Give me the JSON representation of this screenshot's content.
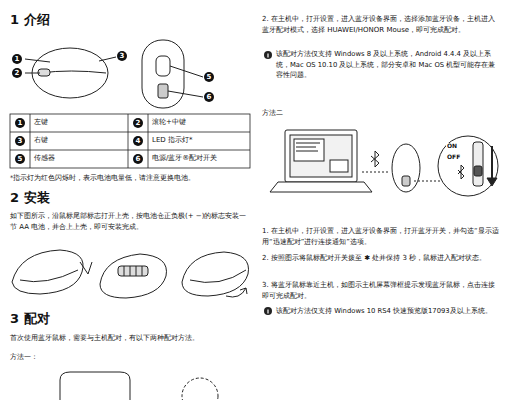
{
  "diagram": {
    "labels": [
      "1 介绍",
      "1",
      "2",
      "3",
      "5",
      "6",
      "1",
      "左键",
      "2",
      "滚轮+中键",
      "3",
      "右键",
      "4",
      "LED 指示灯*",
      "5",
      "传感器",
      "6",
      "电源/蓝牙®配对开关",
      "*指示灯为红色闪烁时，表示电池电量低，请注意更换电池。",
      "2 安装",
      "如下图所示，沿鼠标尾部标志打开上壳，按电池仓正负极(+ −)的标志安装一节 AA 电池，并合上上壳，即可安装完成。",
      "3 配对",
      "首次使用蓝牙鼠标，需要与主机配对，有以下两种配对方法。",
      "方法一：",
      "2. 在主机中，打开设置，进入蓝牙设备界面，选择添加蓝牙设备，主机进入蓝牙配对模式，选择 HUAWEI/HONOR Mouse，即可完成配对。",
      "该配对方法仅支持 Windows 8 及以上系统，Android 4.4.4 及以上系统，Mac OS 10.10 及以上系统，部分安卓和 Mac OS 机型可能存在兼容性问题。",
      "方法二",
      "ON",
      "OFF",
      "1. 在主机中，打开设置，进入蓝牙设备界面，打开蓝牙开关，并勾选“显示适用“迅速配对”进行连接通知”选项。",
      "2. 按照图示将鼠标配对开关拨至 ✱ 处并保持 3 秒，鼠标进入配对状态。",
      "3. 将蓝牙鼠标靠近主机，如图示主机屏幕弹框提示发现蓝牙鼠标，点击连接即可完成配对。",
      "该配对方法仅支持 Windows 10 RS4 快速预览版17093及以上系统。"
    ]
  }
}
